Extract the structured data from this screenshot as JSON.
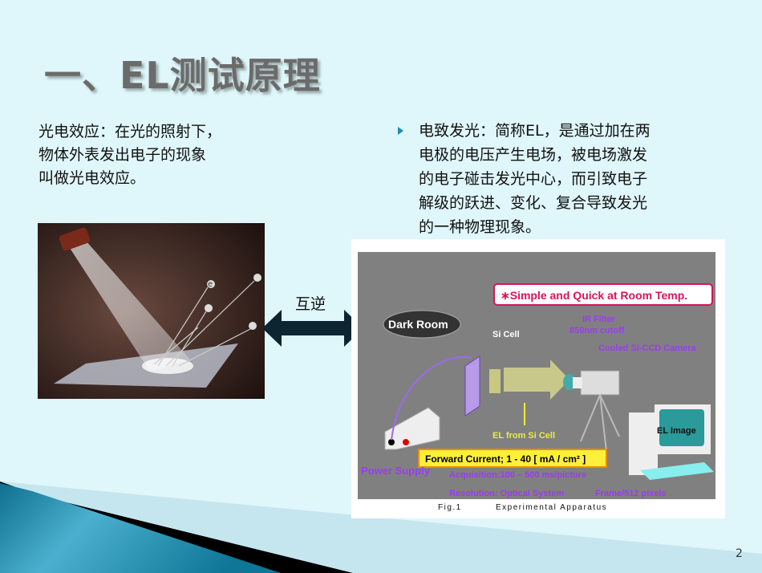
{
  "slide": {
    "title": "一、EL测试原理",
    "left_text": [
      "光电效应：在光的照射下，",
      "物体外表发出电子的现象",
      "叫做光电效应。"
    ],
    "right_text": [
      "电致发光：简称EL，是通过加在两",
      "电极的电压产生电场，被电场激发",
      "的电子碰击发光中心，而引致电子",
      "解级的跃进、变化、复合导致发光",
      "的一种物理现象。"
    ],
    "arrow_label": "互逆",
    "page_number": "2",
    "photo_electron_label": "e",
    "diagram": {
      "banner": "∗Simple and Quick at Room Temp.",
      "dark_room": "Dark  Room",
      "si_cell": "Si Cell",
      "ir_filter": "IR Filter",
      "ir_cutoff": "850nm cutoff",
      "camera": "Cooled Si-CCD Camera",
      "el_from": "EL from Si Cell",
      "el_image": "EL Image",
      "power_supply": "Power Supply",
      "forward_current": "Forward Current; 1 - 40 [ mA / cm² ]",
      "acquisition": "Acquisition:100 – 500 ms/picture",
      "resolution": "Resolution: Optical System",
      "frame": "Frame/512 pixels",
      "fig_no": "Fig.1",
      "fig_caption": "Experimental  Apparatus"
    },
    "colors": {
      "background": "#dff6fa",
      "accent": "#1b8fb0",
      "diagram_bg": "#808080",
      "label_purple": "#9a3cf0",
      "banner_red": "#d8145a"
    }
  }
}
